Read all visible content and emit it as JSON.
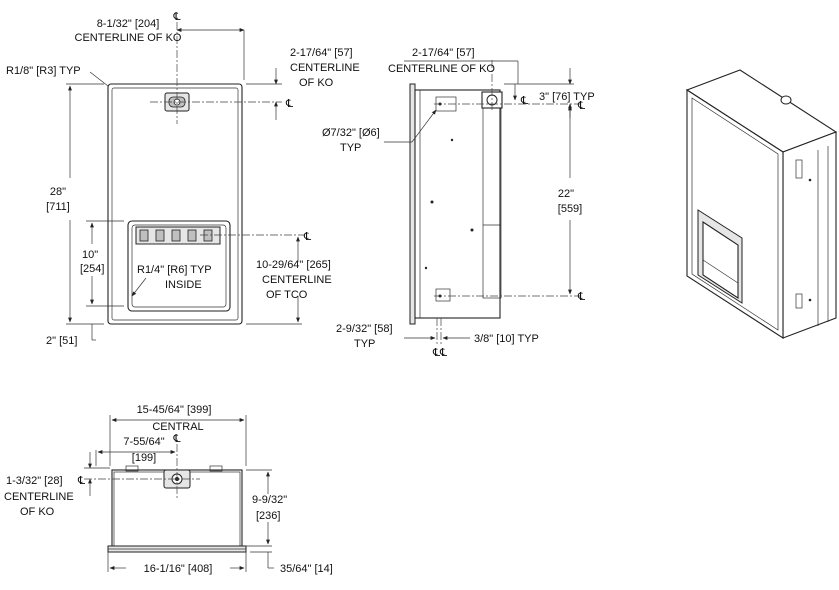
{
  "front": {
    "ko_horizontal": [
      "8-1/32\" [204]",
      "CENTERLINE OF KO"
    ],
    "corner_radius": "R1/8\" [R3] TYP",
    "ko_vertical": [
      "2-17/64\" [57]",
      "CENTERLINE",
      "OF KO"
    ],
    "height": [
      "28\"",
      "[711]"
    ],
    "opening_height": [
      "10\"",
      "[254]"
    ],
    "inside_radius": [
      "R1/4\" [R6] TYP",
      "INSIDE"
    ],
    "tco": [
      "10-29/64\" [265]",
      "CENTERLINE",
      "OF TCO"
    ],
    "bottom_offset": "2\" [51]"
  },
  "side": {
    "ko_offset": [
      "2-17/64\" [57]",
      "CENTERLINE OF KO"
    ],
    "hole_dia": [
      "Ø7/32\" [Ø6]",
      "TYP"
    ],
    "top_offset": "3\" [76] TYP",
    "spacing": [
      "22\"",
      "[559]"
    ],
    "depth": [
      "2-9/32\" [58]",
      "TYP"
    ],
    "flange": "3/8\" [10] TYP"
  },
  "top": {
    "width_central": [
      "15-45/64\" [399]",
      "CENTRAL"
    ],
    "ko_x": [
      "7-55/64\"",
      "[199]"
    ],
    "ko_y": [
      "1-3/32\" [28]",
      "CENTERLINE",
      "OF KO"
    ],
    "depth": [
      "9-9/32\"",
      "[236]"
    ],
    "overall_width": "16-1/16\" [408]",
    "flange_depth": "35/64\" [14]"
  },
  "centerline_symbol": "℄"
}
